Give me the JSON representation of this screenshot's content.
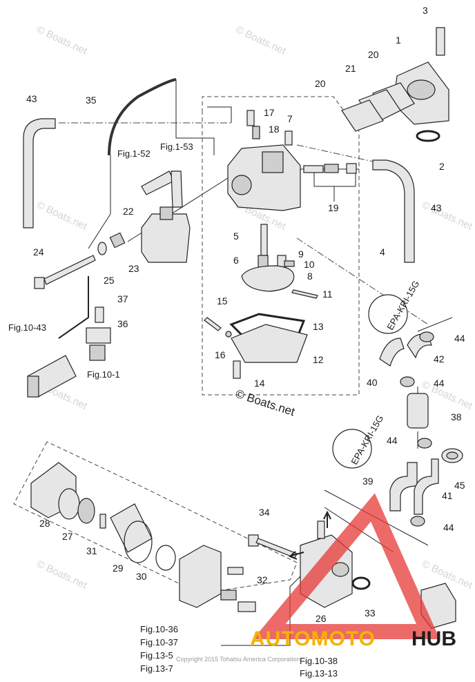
{
  "watermarks": [
    "© Boats.net",
    "© Boats.net",
    "© Boats.net",
    "© Boats.net",
    "© Boats.net",
    "© Boats.net",
    "© Boats.net",
    "© Boats.net",
    "© Boats.net"
  ],
  "center_watermark": "© Boats.net",
  "copyright": "Copyright 2015 Tohatsu America Corporation",
  "brand": {
    "prefix": "AUTOMOTO",
    "suffix": "HUB",
    "prefix_color": "#f4b400",
    "suffix_color": "#1f1f1f",
    "logo_color": "#e53935"
  },
  "epa_tags": [
    "EPA-KRI-15G",
    "EPA-KRI-15G"
  ],
  "refs": {
    "fig1_52": "Fig.1-52",
    "fig1_53": "Fig.1-53",
    "fig10_43": "Fig.10-43",
    "fig10_1": "Fig.10-1",
    "fig10_36": "Fig.10-36",
    "fig10_37": "Fig.10-37",
    "fig13_5": "Fig.13-5",
    "fig13_7": "Fig.13-7",
    "fig10_38": "Fig.10-38",
    "fig13_13": "Fig.13-13"
  },
  "callouts": {
    "c1": "1",
    "c2": "2",
    "c3": "3",
    "c4": "4",
    "c5": "5",
    "c6": "6",
    "c7": "7",
    "c8": "8",
    "c9": "9",
    "c10": "10",
    "c11": "11",
    "c12": "12",
    "c13": "13",
    "c14": "14",
    "c15": "15",
    "c16": "16",
    "c17": "17",
    "c18": "18",
    "c19": "19",
    "c20a": "20",
    "c20b": "20",
    "c21": "21",
    "c22": "22",
    "c23": "23",
    "c24": "24",
    "c25": "25",
    "c26": "26",
    "c27": "27",
    "c28": "28",
    "c29": "29",
    "c30": "30",
    "c31": "31",
    "c32": "32",
    "c33": "33",
    "c34": "34",
    "c35": "35",
    "c36": "36",
    "c37": "37",
    "c38": "38",
    "c39": "39",
    "c40": "40",
    "c41": "41",
    "c42": "42",
    "c43a": "43",
    "c43b": "43",
    "c44a": "44",
    "c44b": "44",
    "c44c": "44",
    "c44d": "44",
    "c45": "45"
  }
}
